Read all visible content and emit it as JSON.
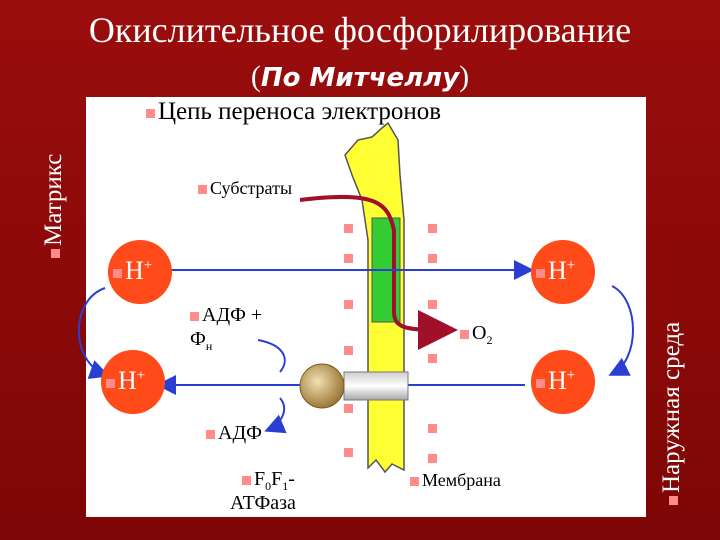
{
  "slide": {
    "title": "Окислительное фосфорилирование",
    "subtitle_open": "(",
    "subtitle_inner": "По Митчеллу",
    "subtitle_close": ")",
    "left_vertical": "Матрикс",
    "right_vertical": "Наружная среда"
  },
  "labels": {
    "chain": "Цепь переноса электронов",
    "substrates": "Субстраты",
    "adp_plus": "АДФ +",
    "phi": "Ф",
    "phi_sub": "н",
    "o2": "О",
    "o2_sub": "2",
    "adf": "АДФ",
    "f0": "F",
    "f0_sub": "0",
    "f1": "F",
    "f1_sub": "1",
    "f_dash": "-",
    "atpase": "АТФаза",
    "membrane": "Мембрана",
    "h": "Н",
    "plus": "+"
  },
  "colors": {
    "background": "#8b0a0a",
    "panel": "#ffffff",
    "membrane": "#ffff33",
    "chain_block": "#33cc33",
    "proton": "#ff4a1a",
    "arrow_blue": "#2a3fd1",
    "arrow_red": "#a0102a",
    "bullet": "#ff8b8b"
  }
}
